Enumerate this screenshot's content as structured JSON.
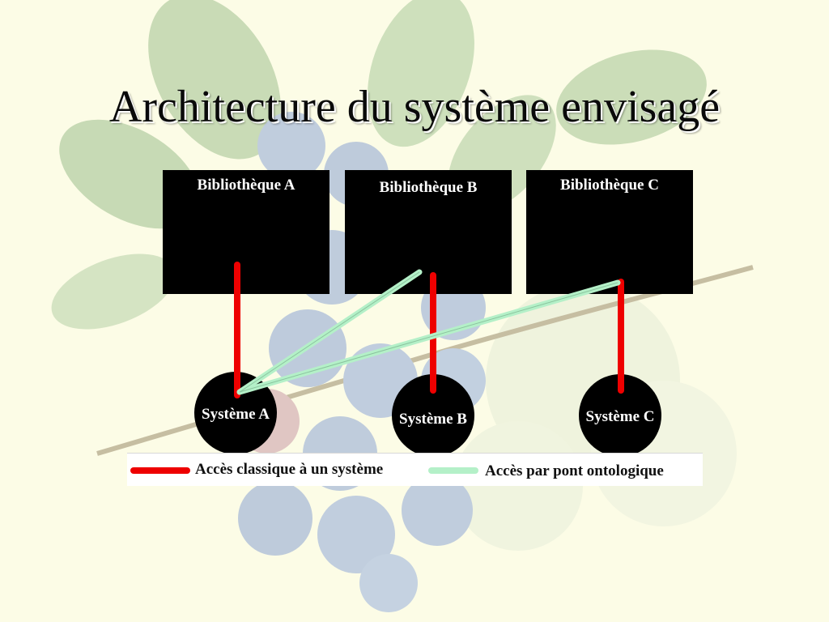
{
  "title": "Architecture du système envisagé",
  "libraries": [
    "Bibliothèque A",
    "Bibliothèque B",
    "Bibliothèque C"
  ],
  "systems": [
    "Système A",
    "Système B",
    "Système C"
  ],
  "legend": {
    "classic": "Accès classique à un système",
    "bridge": "Accès par pont ontologique"
  },
  "colors": {
    "classic": "#ee0000",
    "bridge": "#b4f0c8",
    "box": "#000000",
    "background": "#fcfce6"
  }
}
